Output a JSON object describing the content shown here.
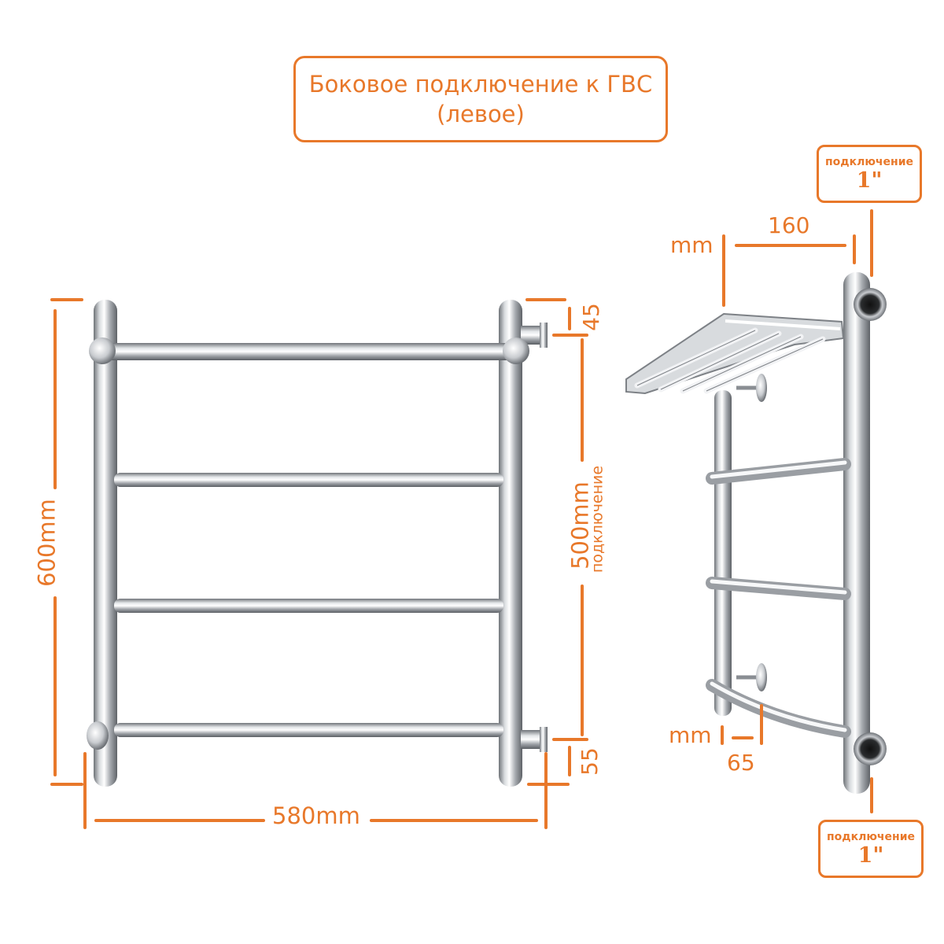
{
  "title": {
    "line1": "Боковое подключение к ГВС",
    "line2": "(левое)"
  },
  "connection_top": {
    "label": "подключение",
    "value": "1\""
  },
  "connection_bottom": {
    "label": "подключение",
    "value": "1\""
  },
  "dimensions": {
    "height": "600mm",
    "width": "580mm",
    "top_offset": "45",
    "bottom_offset": "55",
    "connection_distance": "500mm",
    "connection_distance_note": "подключение",
    "shelf_depth": "160",
    "shelf_unit": "mm",
    "wall_gap": "65",
    "wall_gap_unit": "mm"
  },
  "colors": {
    "accent": "#e8782a",
    "chrome_dark": "#6f7378",
    "chrome_light": "#f4f6f8"
  }
}
